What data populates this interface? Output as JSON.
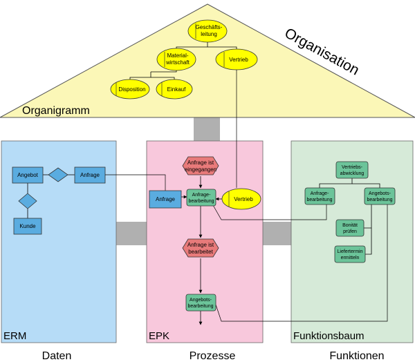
{
  "organisation": {
    "roof_label": "Organisation",
    "organigramm_label": "Organigramm",
    "geschaeftsleitung": [
      "Geschäfts-",
      "leitung"
    ],
    "materialwirtschaft": [
      "Material-",
      "wirtschaft"
    ],
    "vertrieb": "Vertrieb",
    "disposition": "Disposition",
    "einkauf": "Einkauf"
  },
  "erm": {
    "view_label": "ERM",
    "angebot": "Angebot",
    "anfrage": "Anfrage",
    "kunde": "Kunde"
  },
  "epk": {
    "view_label": "EPK",
    "anfrage_eingegangen": [
      "Anfrage ist",
      "eingegangen"
    ],
    "anfrage_bearbeitung": [
      "Anfrage-",
      "bearbeitung"
    ],
    "anfrage_data": "Anfrage",
    "vertrieb": "Vertrieb",
    "anfrage_bearbeitet": [
      "Anfrage ist",
      "bearbeitet"
    ],
    "angebots_bearbeitung": [
      "Angebots-",
      "bearbeitung"
    ]
  },
  "funktionsbaum": {
    "view_label": "Funktionsbaum",
    "vertriebsabwicklung": [
      "Vertriebs-",
      "abwicklung"
    ],
    "anfrage_bearbeitung": [
      "Anfrage-",
      "bearbeitung"
    ],
    "angebots_bearbeitung": [
      "Angebots-",
      "bearbeitung"
    ],
    "bonitaet": [
      "Bonität",
      "prüfen"
    ],
    "liefertermin": [
      "Liefertermin",
      "ermitteln"
    ]
  },
  "captions": {
    "daten": "Daten",
    "prozesse": "Prozesse",
    "funktionen": "Funktionen"
  },
  "colors": {
    "roof": "#fbf7b7",
    "erm_panel": "#b6dcf7",
    "epk_panel": "#f8c8dc",
    "funktion_panel": "#d6ead8",
    "connector": "#b0b0b0",
    "org_unit": "#ffff00",
    "entity": "#5aace0",
    "function": "#6cc49a",
    "event": "#e87a7a"
  }
}
